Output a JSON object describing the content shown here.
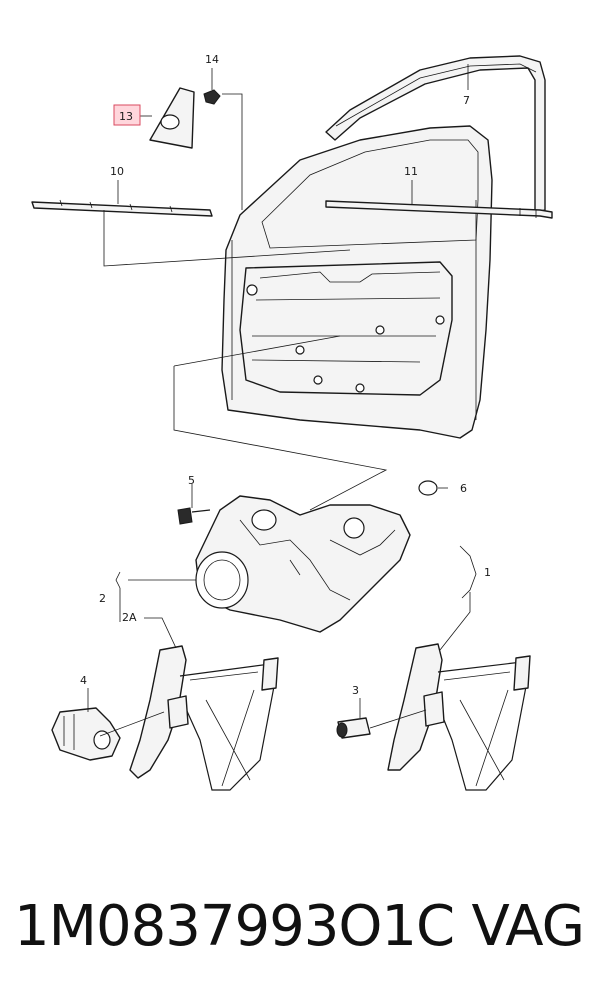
{
  "callouts": {
    "c1": "1",
    "c2": "2",
    "c2a": "2A",
    "c3": "3",
    "c4": "4",
    "c5": "5",
    "c6": "6",
    "c7": "7",
    "c10": "10",
    "c11": "11",
    "c13": "13",
    "c14": "14"
  },
  "highlighted_callout": "13",
  "highlight_color": "#ffd6dc",
  "footer": {
    "part_number": "1M0837993O1C",
    "brand": "VAG"
  }
}
